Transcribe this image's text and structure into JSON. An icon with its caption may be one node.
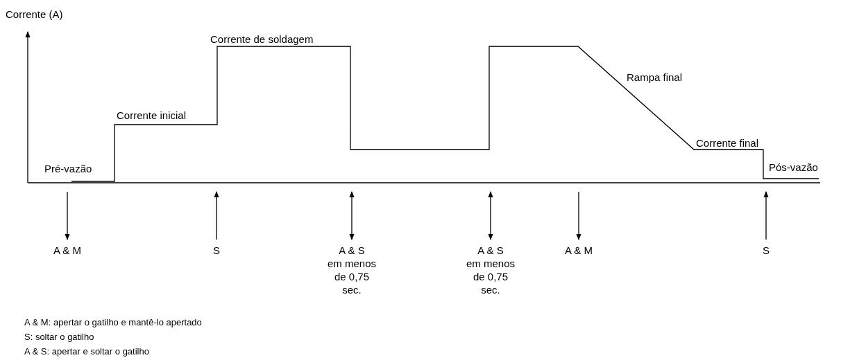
{
  "diagram": {
    "nodes": [
      {
        "text": [
          "A & M"
        ]
      },
      {
        "text": [
          "S"
        ]
      },
      {
        "text": [
          "A & S",
          "em menos de 0,75 sec."
        ]
      },
      {
        "text": [
          "A & S",
          "em menos de 0,75 sec."
        ]
      },
      {
        "text": [
          "A & M"
        ]
      },
      {
        "text": [
          "S"
        ]
      }
    ],
    "edges": [
      {
        "from": null,
        "to": 0,
        "arrow": "to"
      },
      {
        "from": 1,
        "to": null,
        "arrow": "to"
      },
      {
        "from": null,
        "to": 2,
        "arrow": "both"
      },
      {
        "from": null,
        "to": 3,
        "arrow": "both"
      },
      {
        "from": null,
        "to": 4,
        "arrow": "to"
      },
      {
        "from": 5,
        "to": null,
        "arrow": "to"
      }
    ],
    "labels": [
      "Corrente (A)",
      "Corrente de soldagem",
      "Rampa final",
      "Corrente inicial",
      "Corrente final",
      "Pré-vazão",
      "Pós-vazão",
      "A & M: apertar o gatilho e mantê-lo apertado",
      "S: soltar o gatilho",
      "A & S: apertar e soltar o gatilho"
    ]
  }
}
